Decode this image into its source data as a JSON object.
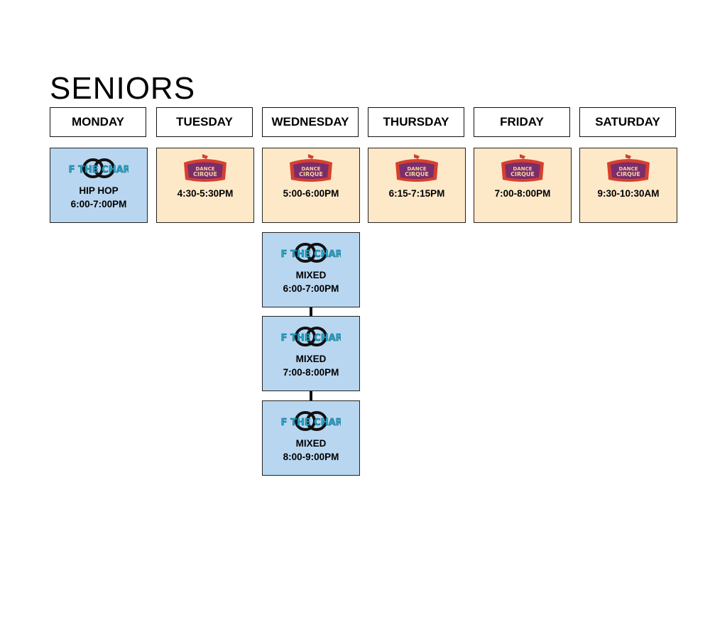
{
  "page": {
    "title": "SENIORS"
  },
  "days": [
    "MONDAY",
    "TUESDAY",
    "WEDNESDAY",
    "THURSDAY",
    "FRIDAY",
    "SATURDAY"
  ],
  "logos": {
    "dance_cirque": "DANCE CIRQUE",
    "off_the_charts": "OFF THE CHARTS"
  },
  "colors": {
    "dance_cirque_bg": "#fde8c8",
    "off_the_charts_bg": "#b8d6f0",
    "crown": "#d6402e",
    "crown_inner": "#7a2d6b"
  },
  "classes": {
    "monday": {
      "logo": "off-the-charts-logo",
      "style": "HIP HOP",
      "time": "6:00-7:00PM"
    },
    "tuesday": {
      "logo": "dance-cirque-logo",
      "time": "4:30-5:30PM"
    },
    "wednesday": {
      "logo": "dance-cirque-logo",
      "time": "5:00-6:00PM"
    },
    "thursday": {
      "logo": "dance-cirque-logo",
      "time": "6:15-7:15PM"
    },
    "friday": {
      "logo": "dance-cirque-logo",
      "time": "7:00-8:00PM"
    },
    "saturday": {
      "logo": "dance-cirque-logo",
      "time": "9:30-10:30AM"
    },
    "wednesday_extra": [
      {
        "logo": "off-the-charts-logo",
        "style": "MIXED",
        "time": "6:00-7:00PM"
      },
      {
        "logo": "off-the-charts-logo",
        "style": "MIXED",
        "time": "7:00-8:00PM"
      },
      {
        "logo": "off-the-charts-logo",
        "style": "MIXED",
        "time": "8:00-9:00PM"
      }
    ]
  }
}
